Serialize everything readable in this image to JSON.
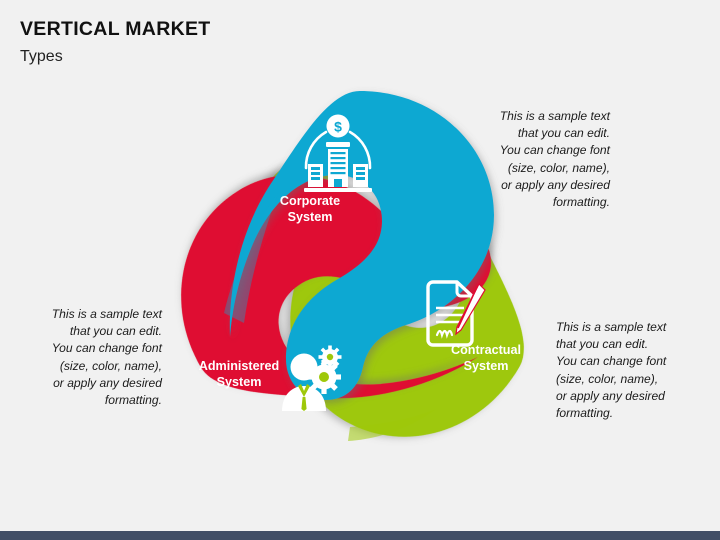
{
  "slide": {
    "title": "VERTICAL MARKET",
    "subtitle": "Types",
    "background_color": "#f1f1f1",
    "bottom_bar_color": "#414e66"
  },
  "diagram": {
    "type": "three-part-pinwheel",
    "center_space": "white",
    "petals": [
      {
        "id": "corporate",
        "label_line1": "Corporate",
        "label_line2": "System",
        "color": "#0fa8d2",
        "icon": "bank-building-dollar-icon",
        "position": "top"
      },
      {
        "id": "contractual",
        "label_line1": "Contractual",
        "label_line2": "System",
        "color": "#df0a33",
        "icon": "contract-document-pen-icon",
        "position": "bottom-right"
      },
      {
        "id": "administered",
        "label_line1": "Administered",
        "label_line2": "System",
        "color": "#9ec80a",
        "icon": "person-gears-icon",
        "position": "bottom-left"
      }
    ]
  },
  "callouts": {
    "top_right": "This is a sample text\nthat you can edit.\nYou can change font\n(size, color, name),\nor apply any desired\nformatting.",
    "left": "This is a sample text\nthat you can edit.\nYou can change font\n(size, color, name),\nor apply any desired\nformatting.",
    "right": "This is a sample text\nthat you can edit.\nYou can change font\n(size, color, name),\nor apply any desired\nformatting."
  }
}
